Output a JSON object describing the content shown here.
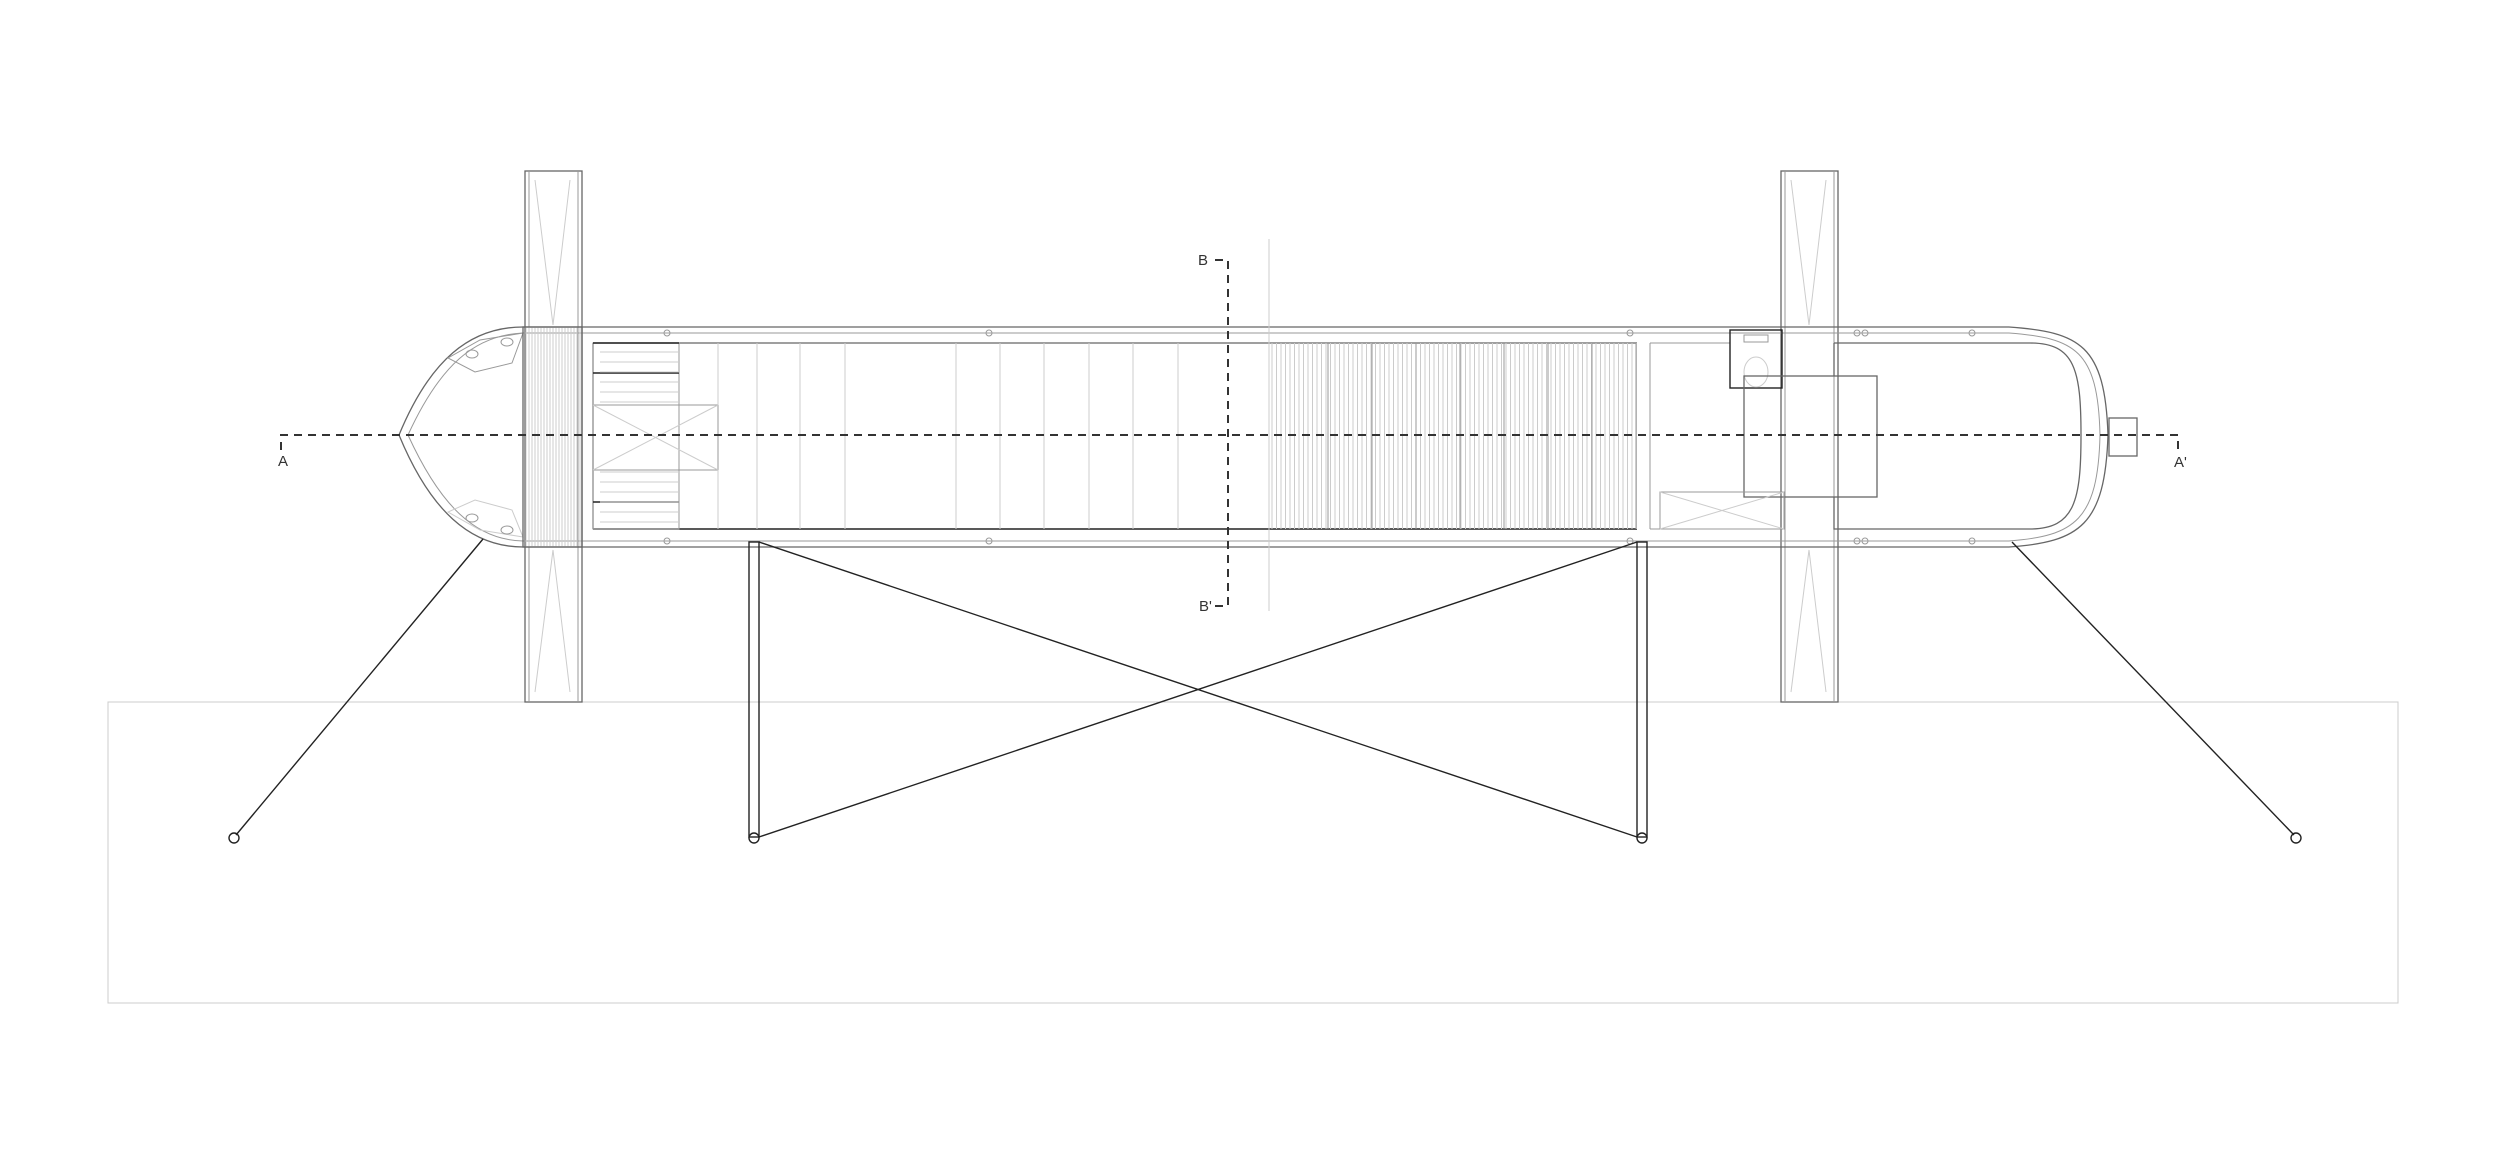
{
  "drawing": {
    "section_a_start": "A",
    "section_a_end": "A'",
    "section_b_start": "B",
    "section_b_end": "B'"
  },
  "colors": {
    "line": "#666666",
    "dark": "#222222",
    "light": "#cccccc"
  }
}
